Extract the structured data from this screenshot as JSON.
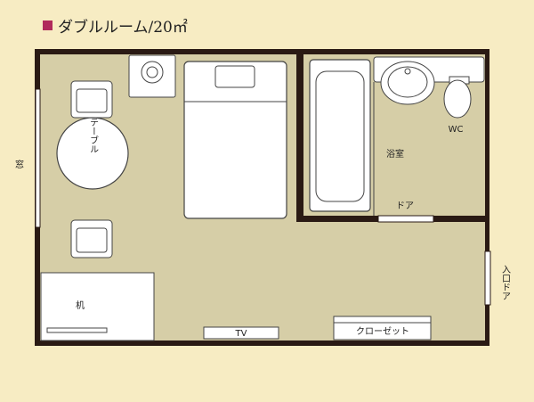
{
  "title": "ダブルルーム/20㎡",
  "labels": {
    "window": "窓",
    "table": "テーブル",
    "bath": "浴室",
    "wc": "WC",
    "door": "ドア",
    "entrance": "入口ドア",
    "desk": "机",
    "tv": "TV",
    "closet": "クローゼット"
  },
  "colors": {
    "wall": "#2a1a14",
    "floor": "#d6cea7",
    "background": "#f7ecc3",
    "accent": "#b02a5c",
    "fixture": "#ffffff"
  }
}
